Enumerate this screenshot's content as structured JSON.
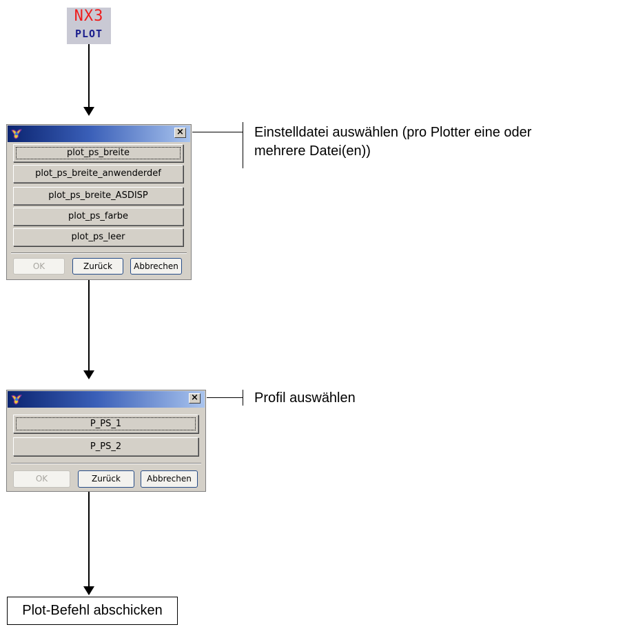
{
  "icon": {
    "line1": "NX3",
    "line2": "PLOT"
  },
  "dialog1": {
    "close_glyph": "×",
    "options": [
      "plot_ps_breite",
      "plot_ps_breite_anwenderdef",
      "plot_ps_breite_ASDISP",
      "plot_ps_farbe",
      "plot_ps_leer"
    ],
    "ok_label": "OK",
    "back_label": "Zurück",
    "cancel_label": "Abbrechen"
  },
  "dialog2": {
    "close_glyph": "×",
    "options": [
      "P_PS_1",
      "P_PS_2"
    ],
    "ok_label": "OK",
    "back_label": "Zurück",
    "cancel_label": "Abbrechen"
  },
  "annotations": {
    "step1_line1": "Einstelldatei auswählen (pro Plotter eine oder",
    "step1_line2": "mehrere Datei(en))",
    "step2": "Profil auswählen"
  },
  "final_step": "Plot-Befehl abschicken",
  "colors": {
    "dialog_face": "#d4d0c8",
    "title_gradient_start": "#0b2470",
    "title_gradient_end": "#a9c4ee",
    "icon_nx": "#ee1c1c",
    "icon_plot": "#1a1d8c"
  }
}
